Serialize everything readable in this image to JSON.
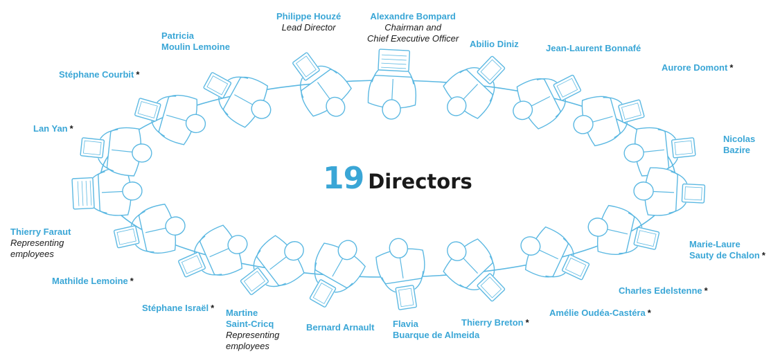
{
  "center": {
    "count": "19",
    "word": "Directors"
  },
  "directors": [
    {
      "name": "Philippe Houzé",
      "role": "Lead Director",
      "star": ""
    },
    {
      "name": "Alexandre Bompard",
      "role": "Chairman and\nChief Executive Officer",
      "star": ""
    },
    {
      "name": "Abilio Diniz",
      "role": "",
      "star": ""
    },
    {
      "name": "Jean-Laurent Bonnafé",
      "role": "",
      "star": ""
    },
    {
      "name": "Aurore Domont",
      "role": "",
      "star": "*"
    },
    {
      "name": "Nicolas\nBazire",
      "role": "",
      "star": ""
    },
    {
      "name": "Marie-Laure\nSauty de Chalon",
      "role": "",
      "star": "*"
    },
    {
      "name": "Charles Edelstenne",
      "role": "",
      "star": "*"
    },
    {
      "name": "Amélie Oudéa-Castéra",
      "role": "",
      "star": "*"
    },
    {
      "name": "Thierry Breton",
      "role": "",
      "star": "*"
    },
    {
      "name": "Flavia\nBuarque de Almeida",
      "role": "",
      "star": ""
    },
    {
      "name": "Bernard Arnault",
      "role": "",
      "star": ""
    },
    {
      "name": "Martine\nSaint-Cricq",
      "role": "Representing\nemployees",
      "star": ""
    },
    {
      "name": "Stéphane Israël",
      "role": "",
      "star": "*"
    },
    {
      "name": "Mathilde Lemoine",
      "role": "",
      "star": "*"
    },
    {
      "name": "Thierry Faraut",
      "role": "Representing\nemployees",
      "star": ""
    },
    {
      "name": "Lan Yan",
      "role": "",
      "star": "*"
    },
    {
      "name": "Stéphane Courbit",
      "role": "",
      "star": "*"
    },
    {
      "name": "Patricia\nMoulin Lemoine",
      "role": "",
      "star": ""
    }
  ],
  "colors": {
    "accent": "#3aa6d6",
    "text": "#1a1a1a",
    "line": "#5bb8e2"
  }
}
